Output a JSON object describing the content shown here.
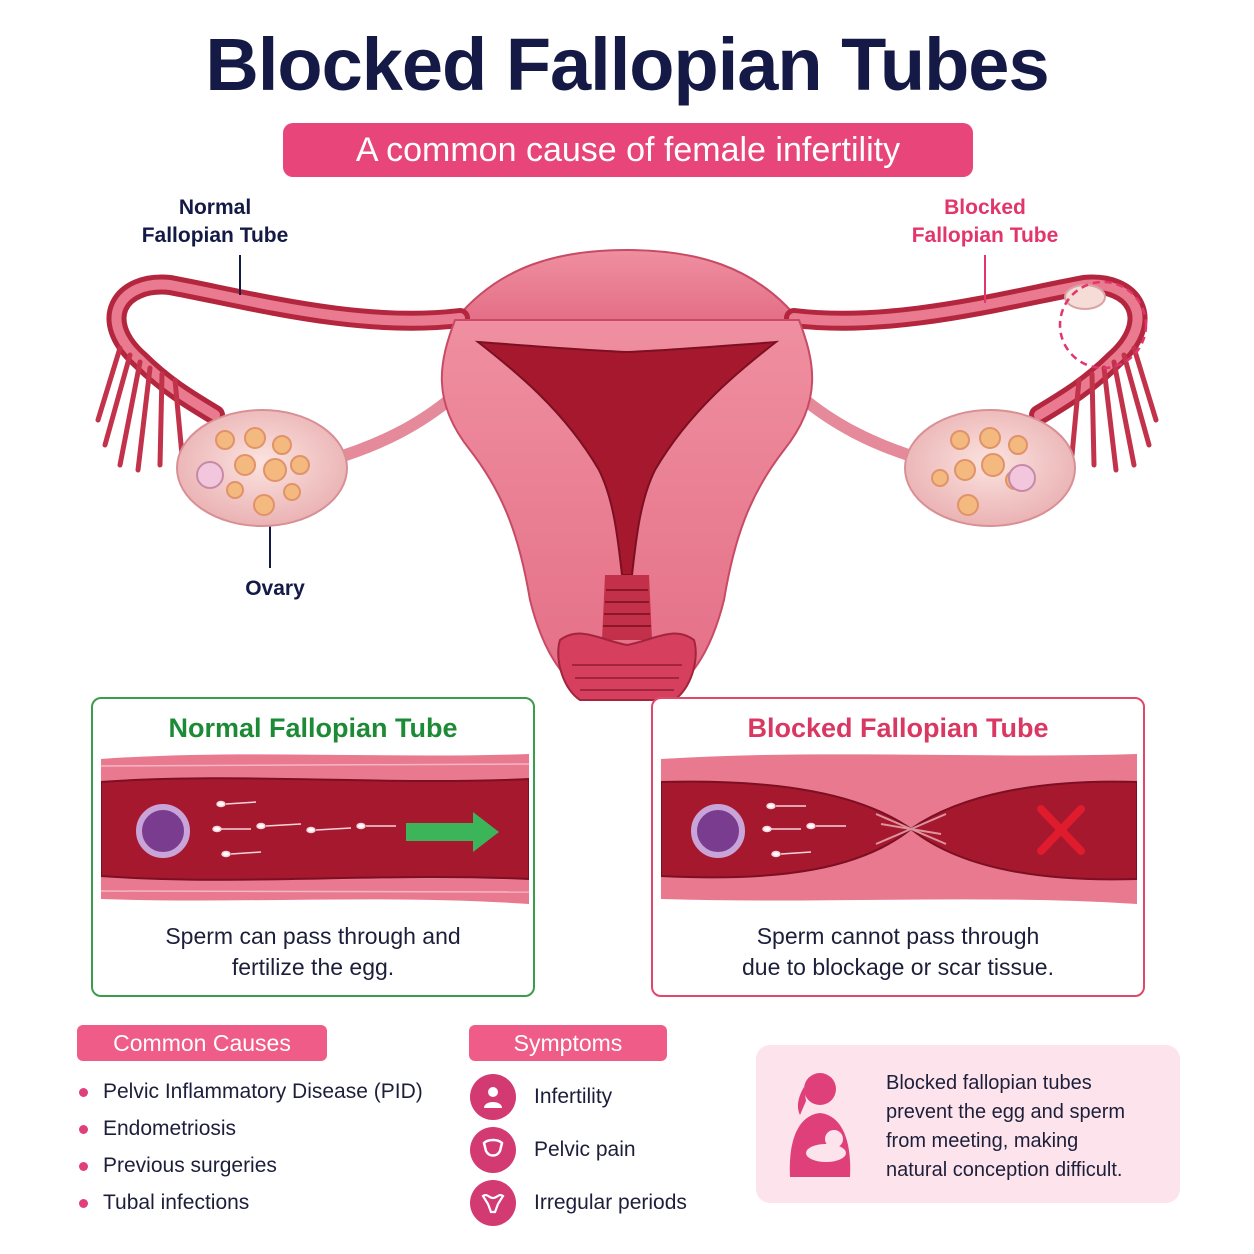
{
  "title": "Blocked Fallopian Tubes",
  "subtitle": "A common cause of female infertility",
  "labels": {
    "normal_line1": "Normal",
    "normal_line2": "Fallopian Tube",
    "blocked_line1": "Blocked",
    "blocked_line2": "Fallopian Tube",
    "ovary": "Ovary"
  },
  "panels": {
    "normal": {
      "title": "Normal Fallopian Tube",
      "desc_line1": "Sperm can pass through and",
      "desc_line2": "fertilize the egg."
    },
    "blocked": {
      "title": "Blocked Fallopian Tube",
      "desc_line1": "Sperm cannot pass through",
      "desc_line2": "due to blockage or scar tissue."
    }
  },
  "causes": {
    "heading": "Common Causes",
    "items": [
      "Pelvic Inflammatory Disease (PID)",
      "Endometriosis",
      "Previous surgeries",
      "Tubal infections"
    ]
  },
  "symptoms": {
    "heading": "Symptoms",
    "items": [
      {
        "label": "Infertility",
        "icon": "person-icon"
      },
      {
        "label": "Pelvic pain",
        "icon": "pelvis-icon"
      },
      {
        "label": "Irregular periods",
        "icon": "uterus-icon"
      }
    ]
  },
  "info": {
    "line1": "Blocked fallopian tubes",
    "line2": "prevent the egg and sperm",
    "line3": "from meeting, making",
    "line4": "natural conception difficult."
  },
  "colors": {
    "title": "#141a45",
    "accent_pink": "#e8457a",
    "normal_green": "#1d8a36",
    "blocked_red": "#d93863",
    "tissue": "#e8798f",
    "lumen": "#a6182e"
  }
}
